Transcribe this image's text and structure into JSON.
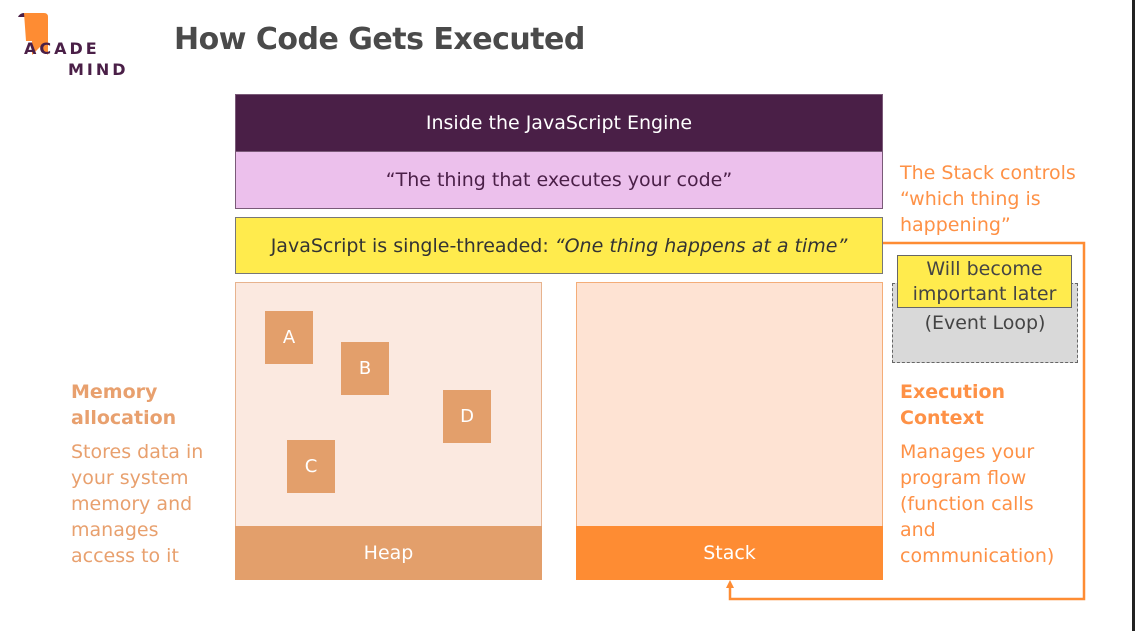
{
  "logo": {
    "line1": "ACADE",
    "line2": "MIND",
    "brand_colors": {
      "flag": "#fe8c33",
      "text": "#4a1f47"
    }
  },
  "header": {
    "title": "How Code Gets Executed"
  },
  "engine": {
    "title": "Inside the JavaScript Engine",
    "subtitle": "“The thing that executes your code”",
    "single_thread_prefix": "JavaScript is single-threaded:",
    "single_thread_quote": "“One thing happens at a time”"
  },
  "heap": {
    "label": "Heap",
    "blocks": [
      {
        "label": "A"
      },
      {
        "label": "B"
      },
      {
        "label": "C"
      },
      {
        "label": "D"
      }
    ]
  },
  "stack": {
    "label": "Stack"
  },
  "memory_annotation": {
    "heading_lines": [
      "Memory",
      "allocation"
    ],
    "desc_lines": [
      "Stores data in",
      "your system",
      "memory and",
      "manages",
      "access to it"
    ]
  },
  "stack_note": {
    "lines": [
      "The Stack controls",
      "“which thing is",
      "happening”"
    ]
  },
  "event_loop": {
    "label": "(Event Loop)",
    "note_lines": [
      "Will become",
      "important later"
    ]
  },
  "execution_annotation": {
    "heading_lines": [
      "Execution",
      "Context"
    ],
    "desc_lines": [
      "Manages your",
      "program flow",
      "(function calls",
      "and",
      "communication)"
    ]
  },
  "colors": {
    "engine_dark": "#4a1f47",
    "engine_light": "#ecc0ec",
    "highlight_yellow": "#ffeb4d",
    "heap": "#e39f6b",
    "stack": "#fe8c33",
    "annotation_orange": "#fe9146"
  }
}
